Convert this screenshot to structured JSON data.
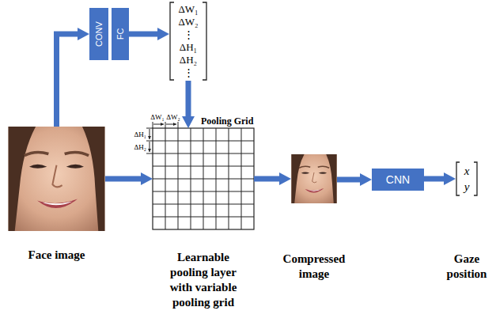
{
  "diagram": {
    "nodes": [
      {
        "text": [
          "Face image"
        ]
      },
      {
        "text": [
          "CONV"
        ]
      },
      {
        "text": [
          "FC"
        ]
      },
      {
        "text": [
          "ΔW₁",
          "ΔW₂",
          "⋮",
          "ΔH₁",
          "ΔH₂",
          "⋮"
        ]
      },
      {
        "text": [
          "Pooling Grid",
          "ΔW₁",
          "ΔW₂",
          "ΔH₁",
          "ΔH₂",
          "Learnable pooling layer with variable pooling grid"
        ]
      },
      {
        "text": [
          "Compressed image"
        ]
      },
      {
        "text": [
          "CNN"
        ]
      },
      {
        "text": [
          "x",
          "y",
          "Gaze position"
        ]
      }
    ],
    "edges": [
      {
        "from": 0,
        "to": 1,
        "arrow": "to"
      },
      {
        "from": 2,
        "to": 3,
        "arrow": "to"
      },
      {
        "from": 3,
        "to": 4,
        "arrow": "to"
      },
      {
        "from": 0,
        "to": 4,
        "arrow": "to"
      },
      {
        "from": 4,
        "to": 5,
        "arrow": "to"
      },
      {
        "from": 5,
        "to": 6,
        "arrow": "to"
      },
      {
        "from": 6,
        "to": 7,
        "arrow": "to"
      }
    ]
  }
}
